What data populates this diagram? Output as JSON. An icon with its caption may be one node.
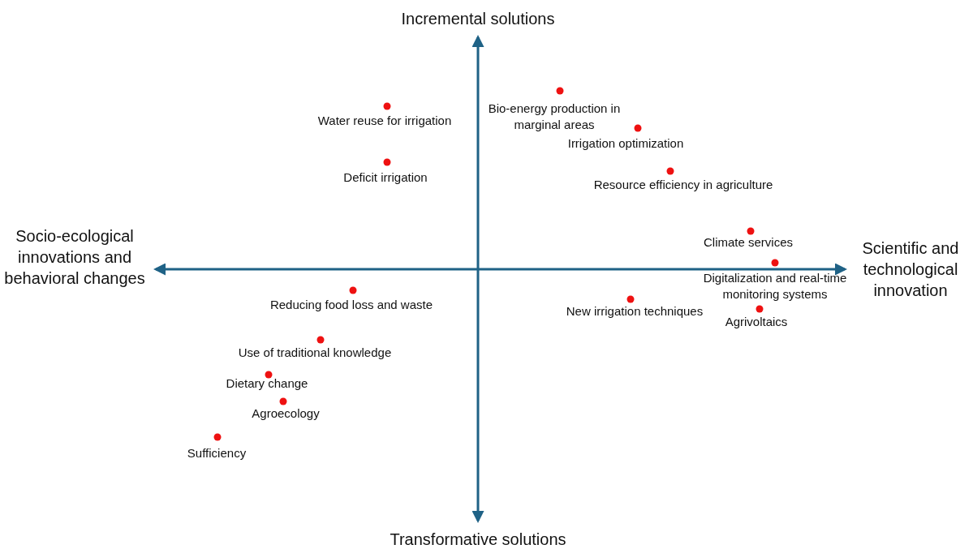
{
  "diagram": {
    "labels": [
      "Incremental solutions",
      "Water reuse for irrigation",
      "Bio-energy production in marginal areas",
      "Irrigation optimization",
      "Deficit irrigation",
      "Resource efficiency in agriculture",
      "Socio-ecological innovations and behavioral changes",
      "Climate services",
      "Scientific and technological innovation",
      "Digitalization and real-time monitoring systems",
      "Reducing food loss and waste",
      "New irrigation techniques",
      "Agrivoltaics",
      "Use of traditional knowledge",
      "Dietary change",
      "Agroecology",
      "Sufficiency",
      "Transformative solutions"
    ]
  }
}
